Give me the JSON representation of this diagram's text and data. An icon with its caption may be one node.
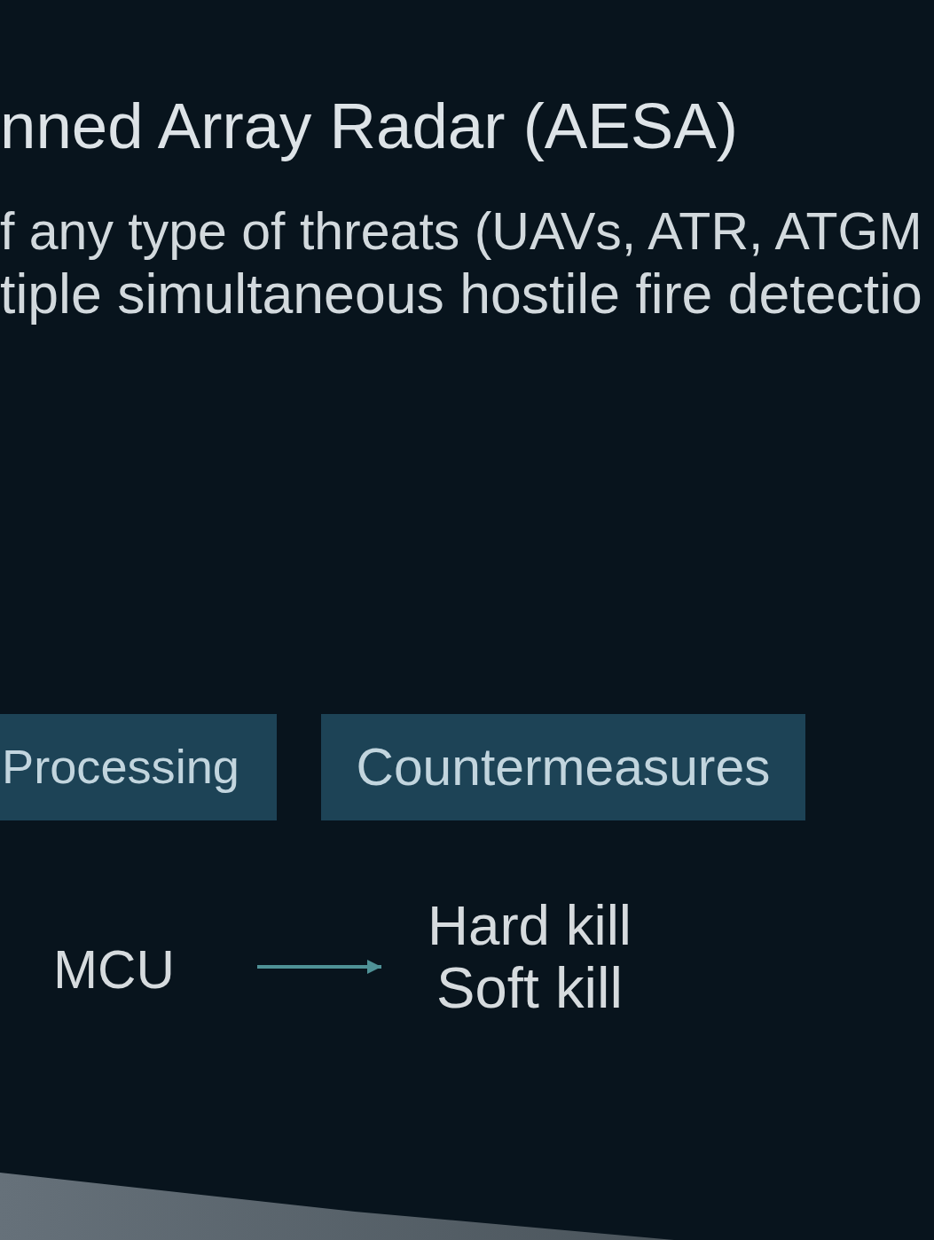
{
  "diagram": {
    "title": "nned Array Radar (AESA)",
    "nodes": [
      {
        "text": [
          "Processing"
        ]
      },
      {
        "text": [
          "Countermeasures"
        ]
      },
      {
        "text": [
          "MCU"
        ]
      },
      {
        "text": [
          "Hard kill",
          "Soft kill"
        ]
      }
    ],
    "edges": [
      {
        "from": 2,
        "to": 3,
        "arrow": "to"
      }
    ],
    "labels": [
      "f any type of threats (UAVs, ATR, ATGM",
      "tiple simultaneous hostile fire detectio"
    ]
  }
}
